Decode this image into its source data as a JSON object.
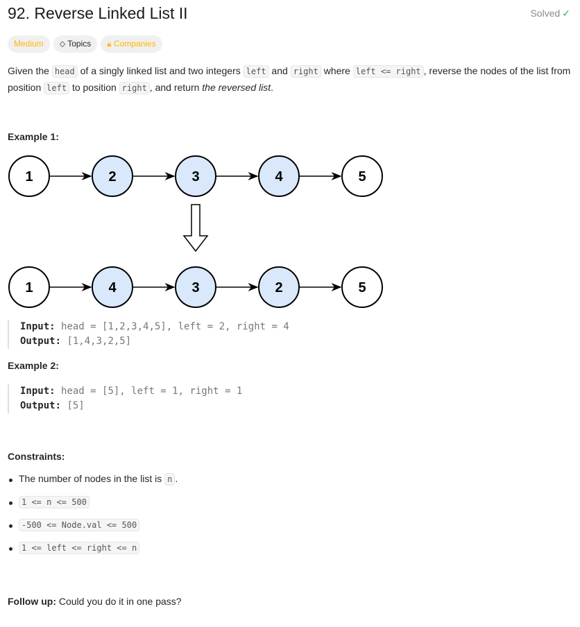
{
  "title": "92. Reverse Linked List II",
  "status": "Solved",
  "tags": [
    "Medium",
    "Topics",
    "Companies"
  ],
  "description": {
    "p1": "Given the ",
    "c1": "head",
    "p2": " of a singly linked list and two integers ",
    "c2": "left",
    "p3": " and ",
    "c3": "right",
    "p4": " where ",
    "c4": "left <= right",
    "p5": ", reverse the nodes of the list from position ",
    "c5": "left",
    "p6": " to position ",
    "c6": "right",
    "p7": ", and return ",
    "em": "the reversed list",
    "p8": "."
  },
  "example1": {
    "heading": "Example 1:",
    "before": [
      "1",
      "2",
      "3",
      "4",
      "5"
    ],
    "after": [
      "1",
      "4",
      "3",
      "2",
      "5"
    ],
    "highlight_positions": [
      2,
      3,
      4
    ],
    "input_label": "Input:",
    "input": "head = [1,2,3,4,5], left = 2, right = 4",
    "output_label": "Output:",
    "output": "[1,4,3,2,5]"
  },
  "example2": {
    "heading": "Example 2:",
    "input_label": "Input:",
    "input": "head = [5], left = 1, right = 1",
    "output_label": "Output:",
    "output": "[5]"
  },
  "constraints": {
    "heading": "Constraints:",
    "c0a": "The number of nodes in the list is ",
    "c0b": "n",
    "c0c": ".",
    "items": [
      "1 <= n <= 500",
      "-500 <= Node.val <= 500",
      "1 <= left <= right <= n"
    ]
  },
  "followup": {
    "label": "Follow up:",
    "text": " Could you do it in one pass?"
  },
  "colors": {
    "highlight": "#dae8fc",
    "medium": "#ffb800",
    "solved": "#2cbb5d"
  }
}
